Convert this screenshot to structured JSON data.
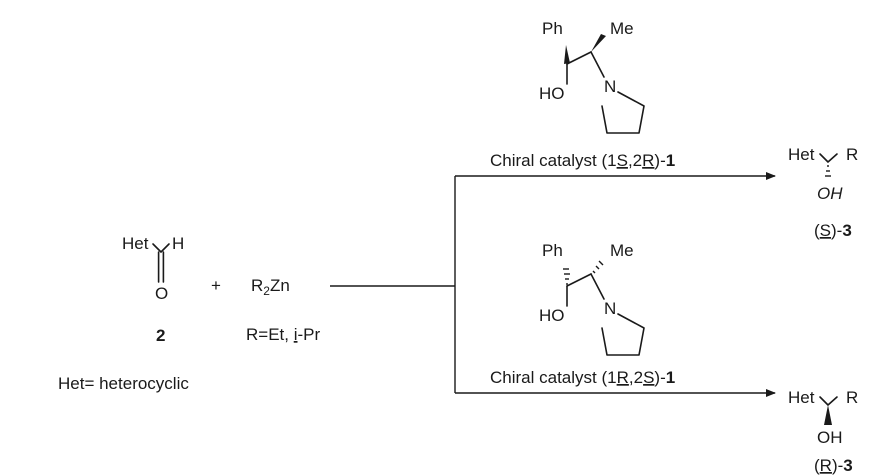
{
  "reactant": {
    "het": "Het",
    "h": "H",
    "o": "O",
    "number": "2",
    "het_def": "Het= heterocyclic"
  },
  "plus": "+",
  "reagent": {
    "formula_r": "R",
    "formula_sub": "2",
    "formula_zn": "Zn",
    "r_def_prefix": "R=Et, ",
    "r_def_i": "i",
    "r_def_suffix": "-Pr"
  },
  "catalyst_top": {
    "ph": "Ph",
    "me": "Me",
    "ho": "HO",
    "n": "N",
    "label_prefix": "Chiral catalyst (1",
    "label_c1": "S",
    "label_mid": ",2",
    "label_c2": "R",
    "label_close": ")-",
    "label_num": "1"
  },
  "catalyst_bottom": {
    "ph": "Ph",
    "me": "Me",
    "ho": "HO",
    "n": "N",
    "label_prefix": "Chiral catalyst (1",
    "label_c1": "R",
    "label_mid": ",2",
    "label_c2": "S",
    "label_close": ")-",
    "label_num": "1"
  },
  "product_top": {
    "het": "Het",
    "r": "R",
    "oh": "OH",
    "label_open": "(",
    "label_conf": "S",
    "label_close": ")-",
    "label_num": "3"
  },
  "product_bottom": {
    "het": "Het",
    "r": "R",
    "oh": "OH",
    "label_open": "(",
    "label_conf": "R",
    "label_close": ")-",
    "label_num": "3"
  }
}
